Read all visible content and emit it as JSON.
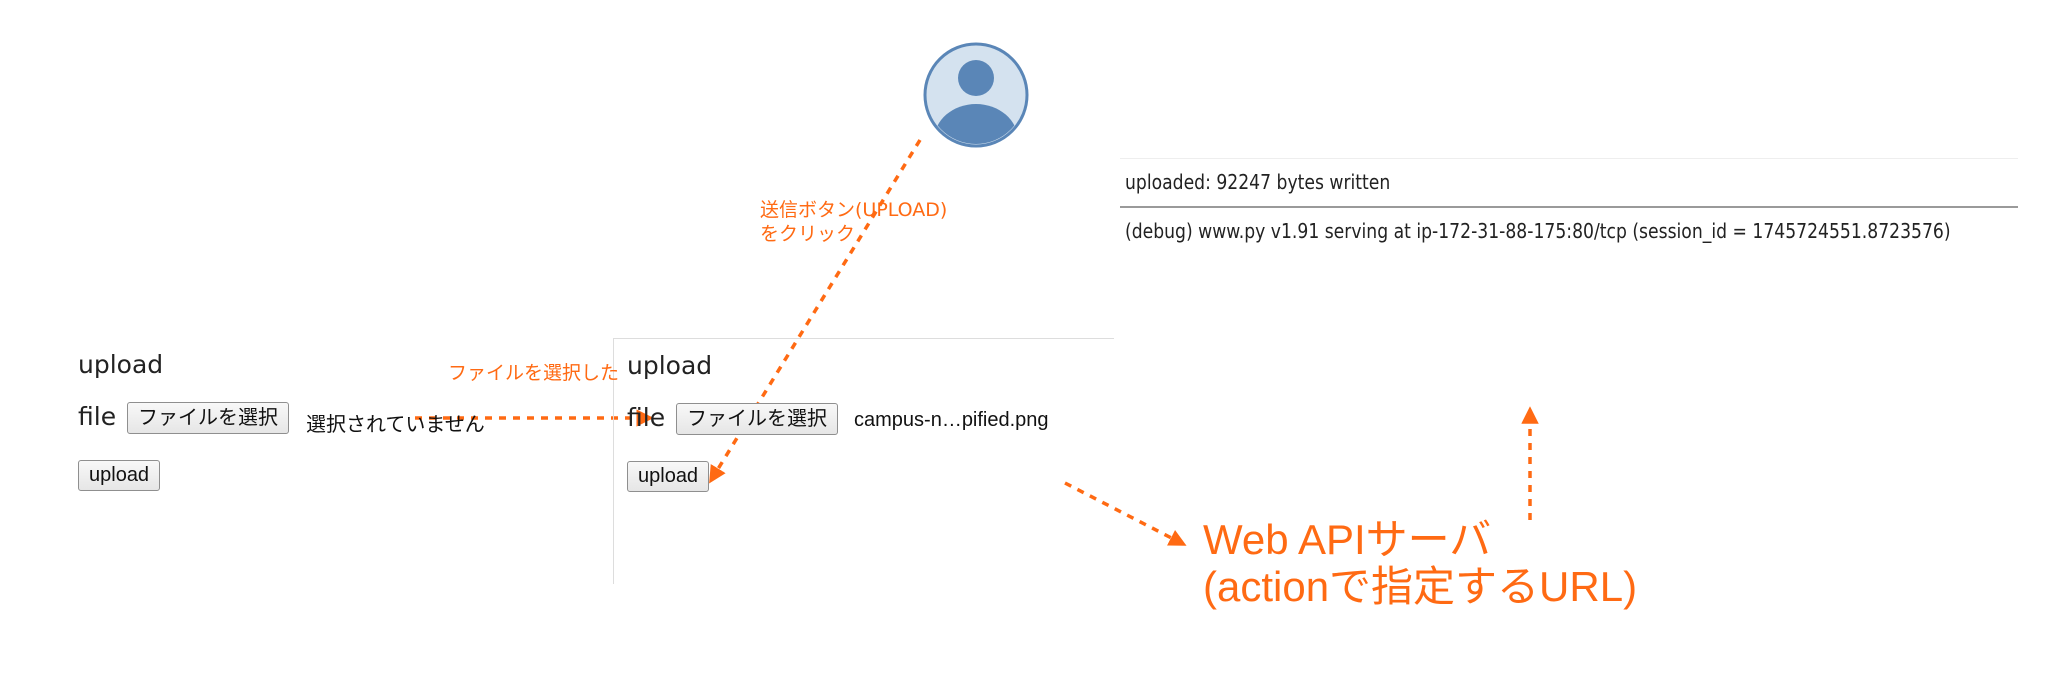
{
  "user_icon": "user-avatar-icon",
  "form_before": {
    "heading": "upload",
    "file_label": "file",
    "choose_button": "ファイルを選択",
    "file_status": "選択されていません",
    "upload_button": "upload"
  },
  "form_after": {
    "heading": "upload",
    "file_label": "file",
    "choose_button": "ファイルを選択",
    "file_status": "campus-n…pified.png",
    "upload_button": "upload"
  },
  "annotations": {
    "file_selected": "ファイルを選択した",
    "click_upload_line1": "送信ボタン(UPLOAD)",
    "click_upload_line2": "をクリック",
    "server_line1": "Web APIサーバ",
    "server_line2": "(actionで指定するURL)"
  },
  "response": {
    "line1": "uploaded: 92247 bytes written",
    "line2": "(debug) www.py v1.91 serving at ip-172-31-88-175:80/tcp (session_id = 1745724551.8723576)"
  },
  "colors": {
    "accent": "#ff6a13",
    "avatar_fill": "#5a86b7",
    "avatar_bg": "#d4e2ef",
    "button_border": "#8f8f8f"
  }
}
